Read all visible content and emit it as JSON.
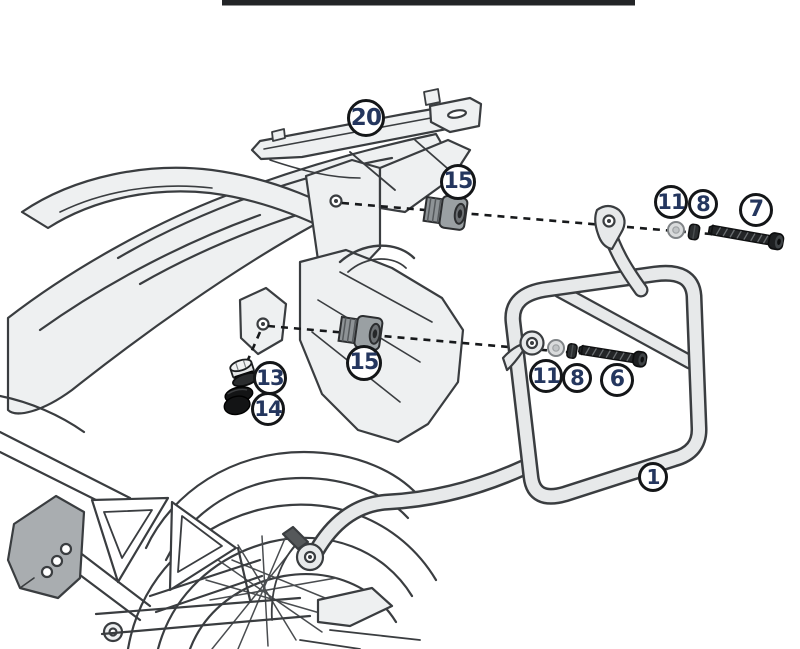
{
  "diagram": {
    "kind": "exploded-assembly-line-drawing",
    "colors": {
      "top_bar": "#232527",
      "line": "#3a3d40",
      "body_fill": "#eef0f1",
      "metal_gray": "#9aa0a3",
      "plate_gray": "#a9adb0",
      "hardware_dark": "#1d1f21",
      "badge_border": "#141618",
      "badge_number": "#24365e"
    }
  },
  "callouts": {
    "rack_plate": {
      "label": "20"
    },
    "spacer_upper": {
      "label": "15"
    },
    "washer_upper": {
      "label": "11"
    },
    "nut_upper": {
      "label": "8"
    },
    "screw_upper": {
      "label": "7"
    },
    "spacer_lower": {
      "label": "15"
    },
    "washer_lower": {
      "label": "11"
    },
    "nut_lower": {
      "label": "8"
    },
    "screw_lower": {
      "label": "6"
    },
    "bolt": {
      "label": "13"
    },
    "cap": {
      "label": "14"
    },
    "frame": {
      "label": "1"
    }
  }
}
